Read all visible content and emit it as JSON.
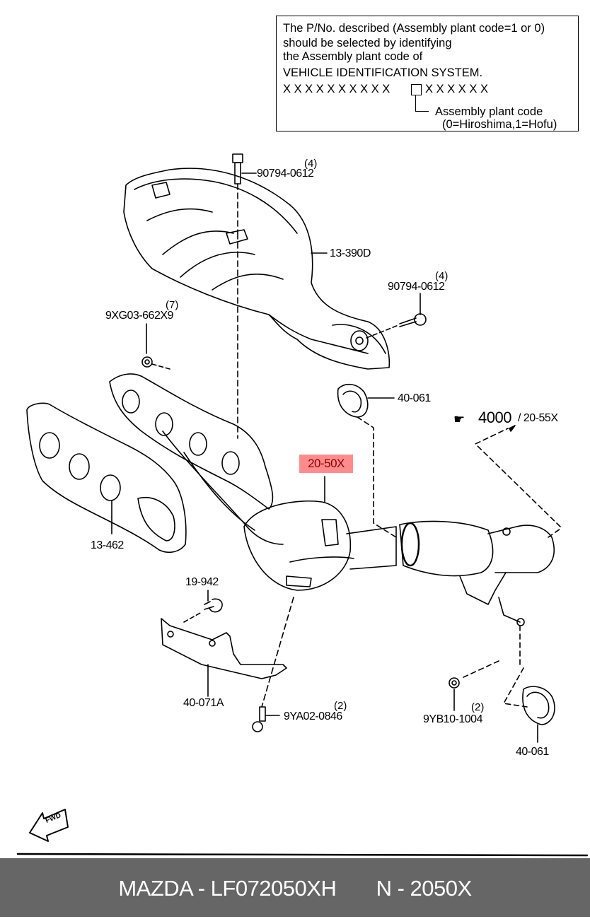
{
  "note_box": {
    "lines": [
      "The P/No. described (Assembly plant code=1 or 0)",
      "should be selected by identifying",
      "the Assembly plant code of",
      "VEHICLE IDENTIFICATION SYSTEM."
    ],
    "vin_prefix": "X X X X X X X X X X",
    "vin_suffix": "X X X X X X",
    "plant_code_label": "Assembly plant code",
    "plant_code_values": "(0=Hiroshima,1=Hofu)"
  },
  "parts": {
    "bolt_top": {
      "number": "90794-0612",
      "qty": "(4)"
    },
    "heat_shield": {
      "number": "13-390D"
    },
    "bolt_right": {
      "number": "90794-0612",
      "qty": "(4)"
    },
    "nut_left": {
      "number": "9XG03-662X9",
      "qty": "(7)"
    },
    "hanger_upper": {
      "number": "40-061"
    },
    "reference": {
      "main": "4000",
      "sub": "/ 20-55X"
    },
    "catalyst_highlighted": {
      "number": "20-50X"
    },
    "gasket": {
      "number": "13-462"
    },
    "bolt_bracket": {
      "number": "19-942"
    },
    "bracket": {
      "number": "40-071A"
    },
    "bolt_bottom": {
      "number": "9YA02-0846",
      "qty": "(2)"
    },
    "nut_bottom": {
      "number": "9YB10-1004",
      "qty": "(2)"
    },
    "hanger_lower": {
      "number": "40-061"
    }
  },
  "fwd_label": "FWD",
  "highlight_color": "#ff8c8c",
  "footer": {
    "brand_part": "MAZDA - LF072050XH",
    "ref": "N - 2050X"
  }
}
